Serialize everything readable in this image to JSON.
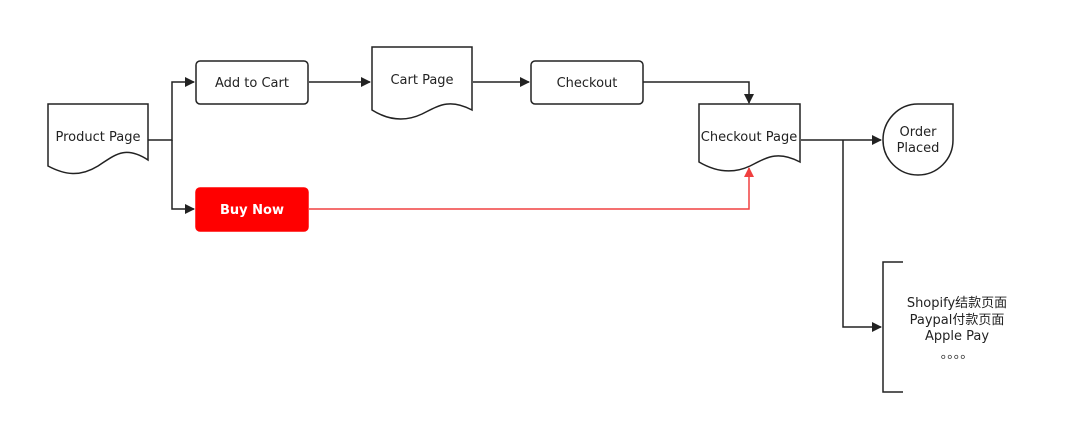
{
  "nodes": {
    "product_page": "Product Page",
    "add_to_cart": "Add to Cart",
    "cart_page": "Cart Page",
    "checkout": "Checkout",
    "checkout_page": "Checkout Page",
    "order_placed_line1": "Order",
    "order_placed_line2": "Placed",
    "buy_now": "Buy Now"
  },
  "payment_options": [
    "Shopify结款页面",
    "Paypal付款页面",
    "Apple Pay",
    "。。。。"
  ],
  "colors": {
    "stroke": "#222222",
    "highlight": "#ff0000",
    "highlight_line": "#f04040"
  }
}
